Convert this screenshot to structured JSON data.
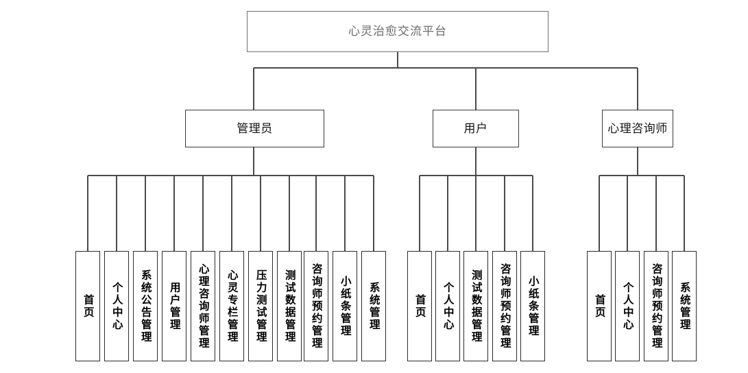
{
  "diagram": {
    "title": "心灵治愈交流平台",
    "type": "system-structure-tree",
    "root": {
      "label": "心灵治愈交流平台",
      "text_color": "#6b6b70",
      "border_color": "#6e6e6e"
    },
    "roles": [
      {
        "label": "管理员",
        "children": [
          {
            "label": "首页"
          },
          {
            "label": "个人中心"
          },
          {
            "label": "系统公告管理"
          },
          {
            "label": "用户管理"
          },
          {
            "label": "心理咨询师管理"
          },
          {
            "label": "心灵专栏管理"
          },
          {
            "label": "压力测试管理"
          },
          {
            "label": "测试数据管理"
          },
          {
            "label": "咨询师预约管理"
          },
          {
            "label": "小纸条管理"
          },
          {
            "label": "系统管理"
          }
        ]
      },
      {
        "label": "用户",
        "children": [
          {
            "label": "首页"
          },
          {
            "label": "个人中心"
          },
          {
            "label": "测试数据管理"
          },
          {
            "label": "咨询师预约管理"
          },
          {
            "label": "小纸条管理"
          }
        ]
      },
      {
        "label": "心理咨询师",
        "children": [
          {
            "label": "首页"
          },
          {
            "label": "个人中心"
          },
          {
            "label": "咨询师预约管理"
          },
          {
            "label": "系统管理"
          }
        ]
      }
    ],
    "style": {
      "background": "#ffffff",
      "line_color": "#4a4a4a",
      "box_border": "#2a2a2a"
    }
  }
}
